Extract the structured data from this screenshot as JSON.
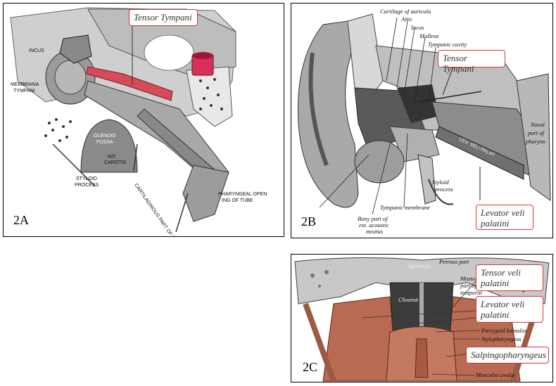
{
  "panel_2a": {
    "number": "2A",
    "callout_tensor": "Tensor Tympani",
    "labels": {
      "incus": "INCUS",
      "membrana": "MEMBRANA",
      "tympani": "TYMPANI",
      "glenoid": "GLENOID",
      "fossa": "FOSSA",
      "styloid": "STYLOID",
      "process": "PROCESS",
      "int": "INT.",
      "carotid": "CAROTID",
      "cartilaginous": "CARTILAGINOUS PART OF TUBE",
      "pharyngeal_1": "PHARYNGEAL OPEN",
      "pharyngeal_2": "ING OF TUBE"
    }
  },
  "panel_2b": {
    "number": "2B",
    "callout_tensor": "Tensor Tympani",
    "callout_levator_1": "Levator veli",
    "callout_levator_2": "palatini",
    "labels": {
      "cartilage": "Cartilage of auricula",
      "attic": "Attic",
      "incus": "Incus",
      "malleus": "Malleus",
      "tympanic_cavity": "Tympanic cavity",
      "styloid_1": "Styloid",
      "styloid_2": "process",
      "bony_1": "Bony part of",
      "bony_2": "ext. acoustic",
      "bony_3": "meatus",
      "tympanic_membrane": "Tympanic membrane",
      "nasal_1": "Nasal",
      "nasal_2": "part of",
      "nasal_3": "pharynx",
      "lev_veli": "LEV. VELI PALAT."
    }
  },
  "panel_2c": {
    "number": "2C",
    "callout_tensor_1": "Tensor veli",
    "callout_tensor_2": "palatini",
    "callout_levator_1": "Levator veli",
    "callout_levator_2": "palatini",
    "callout_salpingo": "Salpingopharyngeus",
    "labels": {
      "pterygoid": "Pterygoid hamulus",
      "stylopharyngeus": "Stylopharyngeus",
      "uvulae": "Musculus uvulæ",
      "choanae": "Choanæ",
      "sphenoid": "Sphenoid",
      "petrous": "Petrous part",
      "mastoid_1": "Mastoid",
      "mastoid_2": "part of",
      "mastoid_3": "temporal"
    }
  },
  "colors": {
    "callout_border": "#d23a3a",
    "muscle_red": "#d64a5a",
    "muscle_brown": "#b86a52"
  }
}
